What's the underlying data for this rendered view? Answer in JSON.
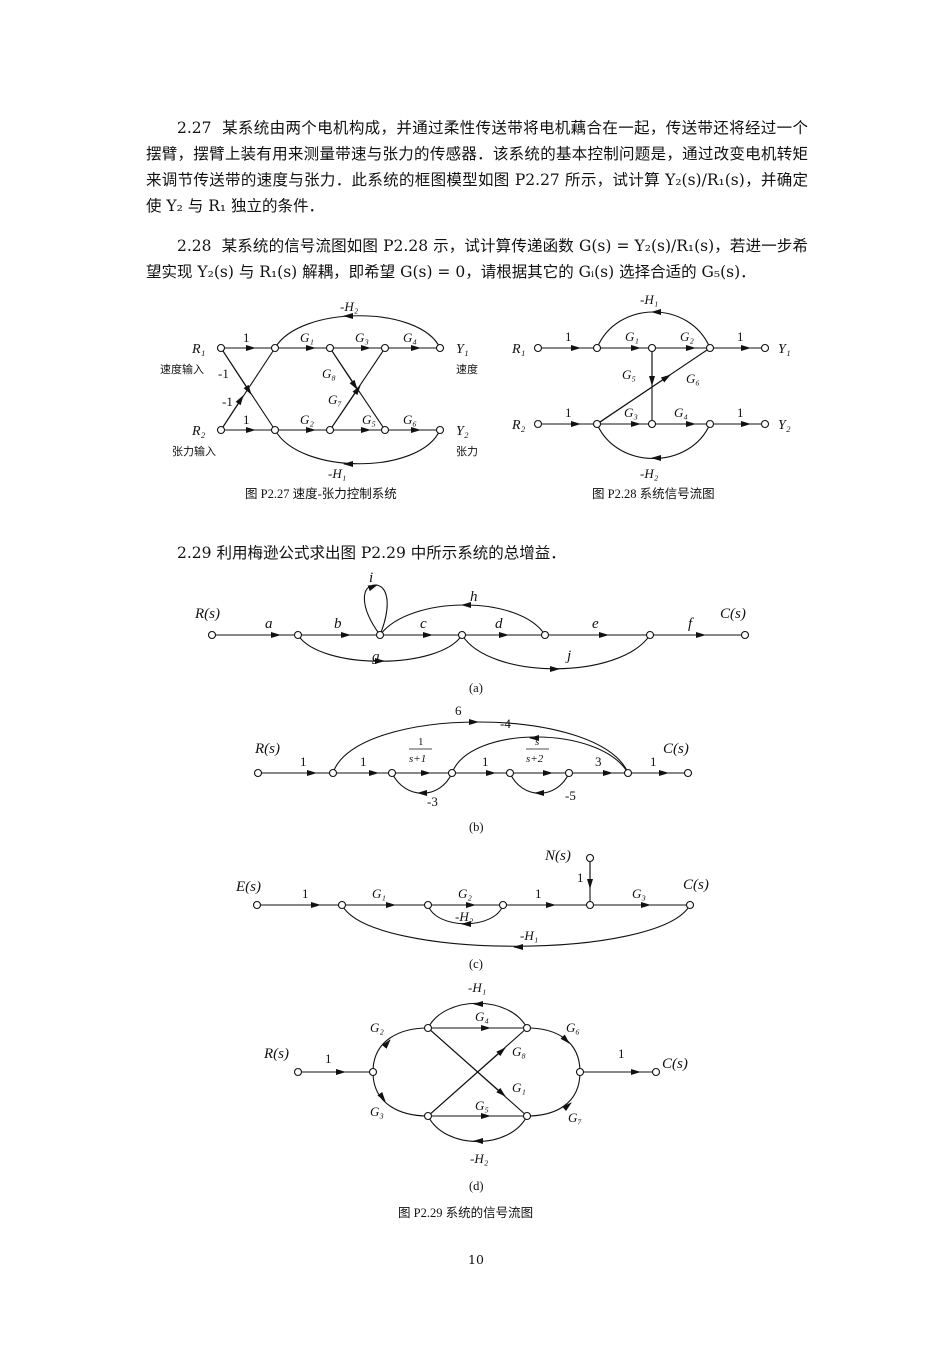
{
  "p227": {
    "num": "2.27",
    "text": "某系统由两个电机构成，并通过柔性传送带将电机藕合在一起，传送带还将经过一个摆臂，摆臂上装有用来测量带速与张力的传感器．该系统的基本控制问题是，通过改变电机转矩来调节传送带的速度与张力．此系统的框图模型如图 P2.27 所示，试计算 Y₂(s)/R₁(s)，并确定使 Y₂ 与 R₁ 独立的条件．"
  },
  "p228": {
    "num": "2.28",
    "text": "某系统的信号流图如图 P2.28 示，试计算传递函数 G(s) = Y₂(s)/R₁(s)，若进一步希望实现 Y₂(s) 与 R₁(s) 解耦，即希望 G(s) = 0，请根据其它的 Gᵢ(s) 选择合适的 G₅(s)．"
  },
  "p229": {
    "num": "2.29",
    "text": "利用梅逊公式求出图 P2.29 中所示系统的总增益．"
  },
  "fig227": {
    "caption": "图 P2.27  速度-张力控制系统",
    "R1": "R₁",
    "R2": "R₂",
    "Y1": "Y₁",
    "Y2": "Y₂",
    "in1": "速度输入",
    "in2": "张力输入",
    "out1": "速度",
    "out2": "张力",
    "one_a": "1",
    "one_b": "1",
    "m1a": "-1",
    "m1b": "-1",
    "G1": "G₁",
    "G2": "G₂",
    "G3": "G₃",
    "G4": "G₄",
    "G5": "G₅",
    "G6": "G₆",
    "G7": "G₇",
    "G8": "G₈",
    "H1": "-H₁",
    "H2": "-H₂"
  },
  "fig228": {
    "caption": "图 P2.28  系统信号流图",
    "R1": "R₁",
    "R2": "R₂",
    "Y1": "Y₁",
    "Y2": "Y₂",
    "one_a": "1",
    "one_b": "1",
    "one_c": "1",
    "one_d": "1",
    "G1": "G₁",
    "G2": "G₂",
    "G3": "G₃",
    "G4": "G₄",
    "G5": "G₅",
    "G6": "G₆",
    "H1": "-H₁",
    "H2": "-H₂"
  },
  "fig229a": {
    "sub": "(a)",
    "R": "R(s)",
    "C": "C(s)",
    "a": "a",
    "b": "b",
    "c": "c",
    "d": "d",
    "e": "e",
    "f": "f",
    "g": "g",
    "h": "h",
    "i": "i",
    "j": "j"
  },
  "fig229b": {
    "sub": "(b)",
    "R": "R(s)",
    "C": "C(s)",
    "one1": "1",
    "one2": "1",
    "one3": "1",
    "one4": "1",
    "num1": "1",
    "den1": "s+1",
    "num2": "s",
    "den2": "s+2",
    "three": "3",
    "six": "6",
    "m4": "-4",
    "m3": "-3",
    "m5": "-5"
  },
  "fig229c": {
    "sub": "(c)",
    "E": "E(s)",
    "N": "N(s)",
    "C": "C(s)",
    "one1": "1",
    "one2": "1",
    "oneN": "1",
    "G1": "G₁",
    "G2": "G₂",
    "G3": "G₃",
    "H1": "-H₁",
    "H2": "-H₂"
  },
  "fig229d": {
    "sub": "(d)",
    "R": "R(s)",
    "C": "C(s)",
    "one1": "1",
    "one2": "1",
    "G1": "G₁",
    "G2": "G₂",
    "G3": "G₃",
    "G4": "G₄",
    "G5": "G₅",
    "G6": "G₆",
    "G7": "G₇",
    "G8": "G₈",
    "H1": "-H₁",
    "H2": "-H₂"
  },
  "fig229caption": "图 P2.29   系统的信号流图",
  "page_number": "10"
}
